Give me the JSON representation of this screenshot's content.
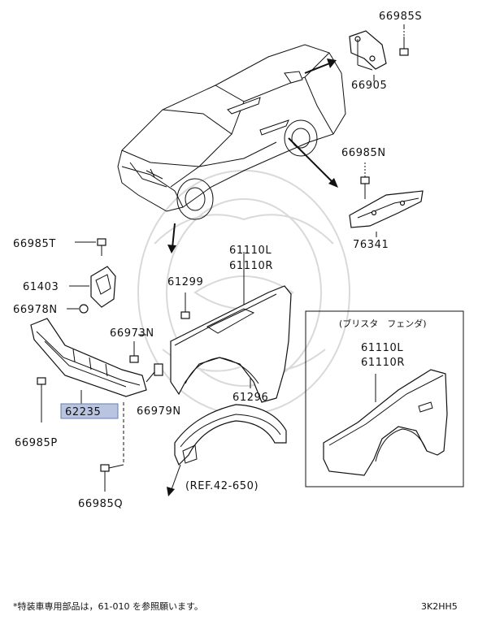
{
  "callouts": {
    "p66985S": "66985S",
    "p66905": "66905",
    "p66985N": "66985N",
    "p76341": "76341",
    "p66985T": "66985T",
    "p61403": "61403",
    "p66978N": "66978N",
    "p61299": "61299",
    "p61110L": "61110L",
    "p61110R": "61110R",
    "p66973N": "66973N",
    "p62235": "62235",
    "p66979N": "66979N",
    "p61296": "61296",
    "p66985P": "66985P",
    "p66985Q": "66985Q",
    "ref": "(REF.42-650)"
  },
  "blister_box": {
    "title": "(ブリスタ　フェンダ)",
    "p61110L": "61110L",
    "p61110R": "61110R"
  },
  "footer": {
    "note": "*特装車専用部品は，61-010 を参照願います。",
    "code": "3K2HH5"
  },
  "colors": {
    "highlight": "#b8c4e0",
    "line": "#111111",
    "watermark": "#d9d9d9"
  }
}
